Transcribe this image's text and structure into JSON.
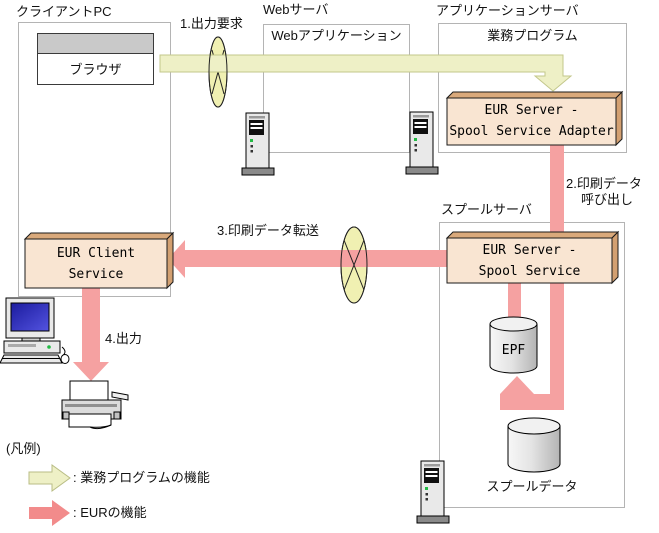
{
  "colors": {
    "business_flow": "#eef0c6",
    "business_flow_edge": "#c3c78b",
    "eur_flow": "#f5a1a1",
    "legend_eur_flow": "#f28b8b",
    "network_fill": "#f0f0b2",
    "box3d_front": "#f9e5d2",
    "box3d_top": "#d9a97b",
    "box3d_side": "#d3a071"
  },
  "client_pc": {
    "title": "クライアントPC",
    "browser_label": "ブラウザ",
    "service_line1": "EUR Client",
    "service_line2": "Service"
  },
  "web_server": {
    "title": "Webサーバ",
    "app_label": "Webアプリケーション"
  },
  "app_server": {
    "title": "アプリケーションサーバ",
    "program_label": "業務プログラム",
    "adapter_line1": "EUR Server -",
    "adapter_line2": "Spool Service Adapter"
  },
  "spool_server": {
    "title": "スプールサーバ",
    "service_line1": "EUR Server -",
    "service_line2": "Spool Service",
    "epf_label": "EPF",
    "spool_data_label": "スプールデータ"
  },
  "arrows": {
    "step1": "1.出力要求",
    "step2_line1": "2.印刷データ",
    "step2_line2": "呼び出し",
    "step3": "3.印刷データ転送",
    "step4": "4.出力"
  },
  "legend": {
    "title": "(凡例)",
    "business": ": 業務プログラムの機能",
    "eur": ": EURの機能"
  }
}
